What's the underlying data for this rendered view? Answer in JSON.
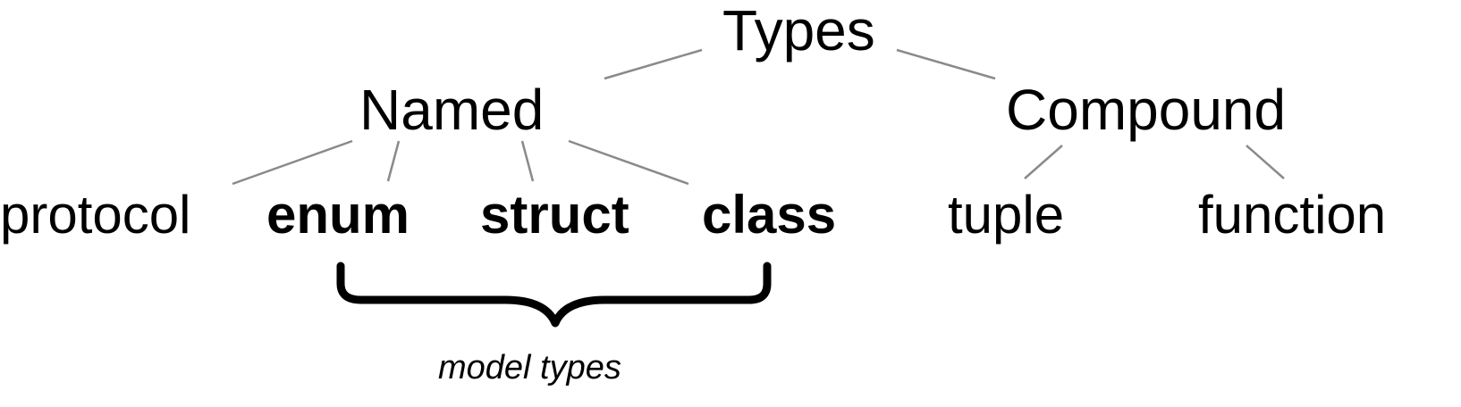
{
  "diagram": {
    "root": {
      "label": "Types"
    },
    "level1": [
      {
        "label": "Named"
      },
      {
        "label": "Compound"
      }
    ],
    "named_children": [
      {
        "label": "protocol",
        "bold": false
      },
      {
        "label": "enum",
        "bold": true
      },
      {
        "label": "struct",
        "bold": true
      },
      {
        "label": "class",
        "bold": true
      }
    ],
    "compound_children": [
      {
        "label": "tuple",
        "bold": false
      },
      {
        "label": "function",
        "bold": false
      }
    ],
    "brace_caption": "model types",
    "colors": {
      "text": "#000000",
      "connector": "#8a8a8a",
      "brace": "#000000",
      "background": "#ffffff"
    }
  }
}
